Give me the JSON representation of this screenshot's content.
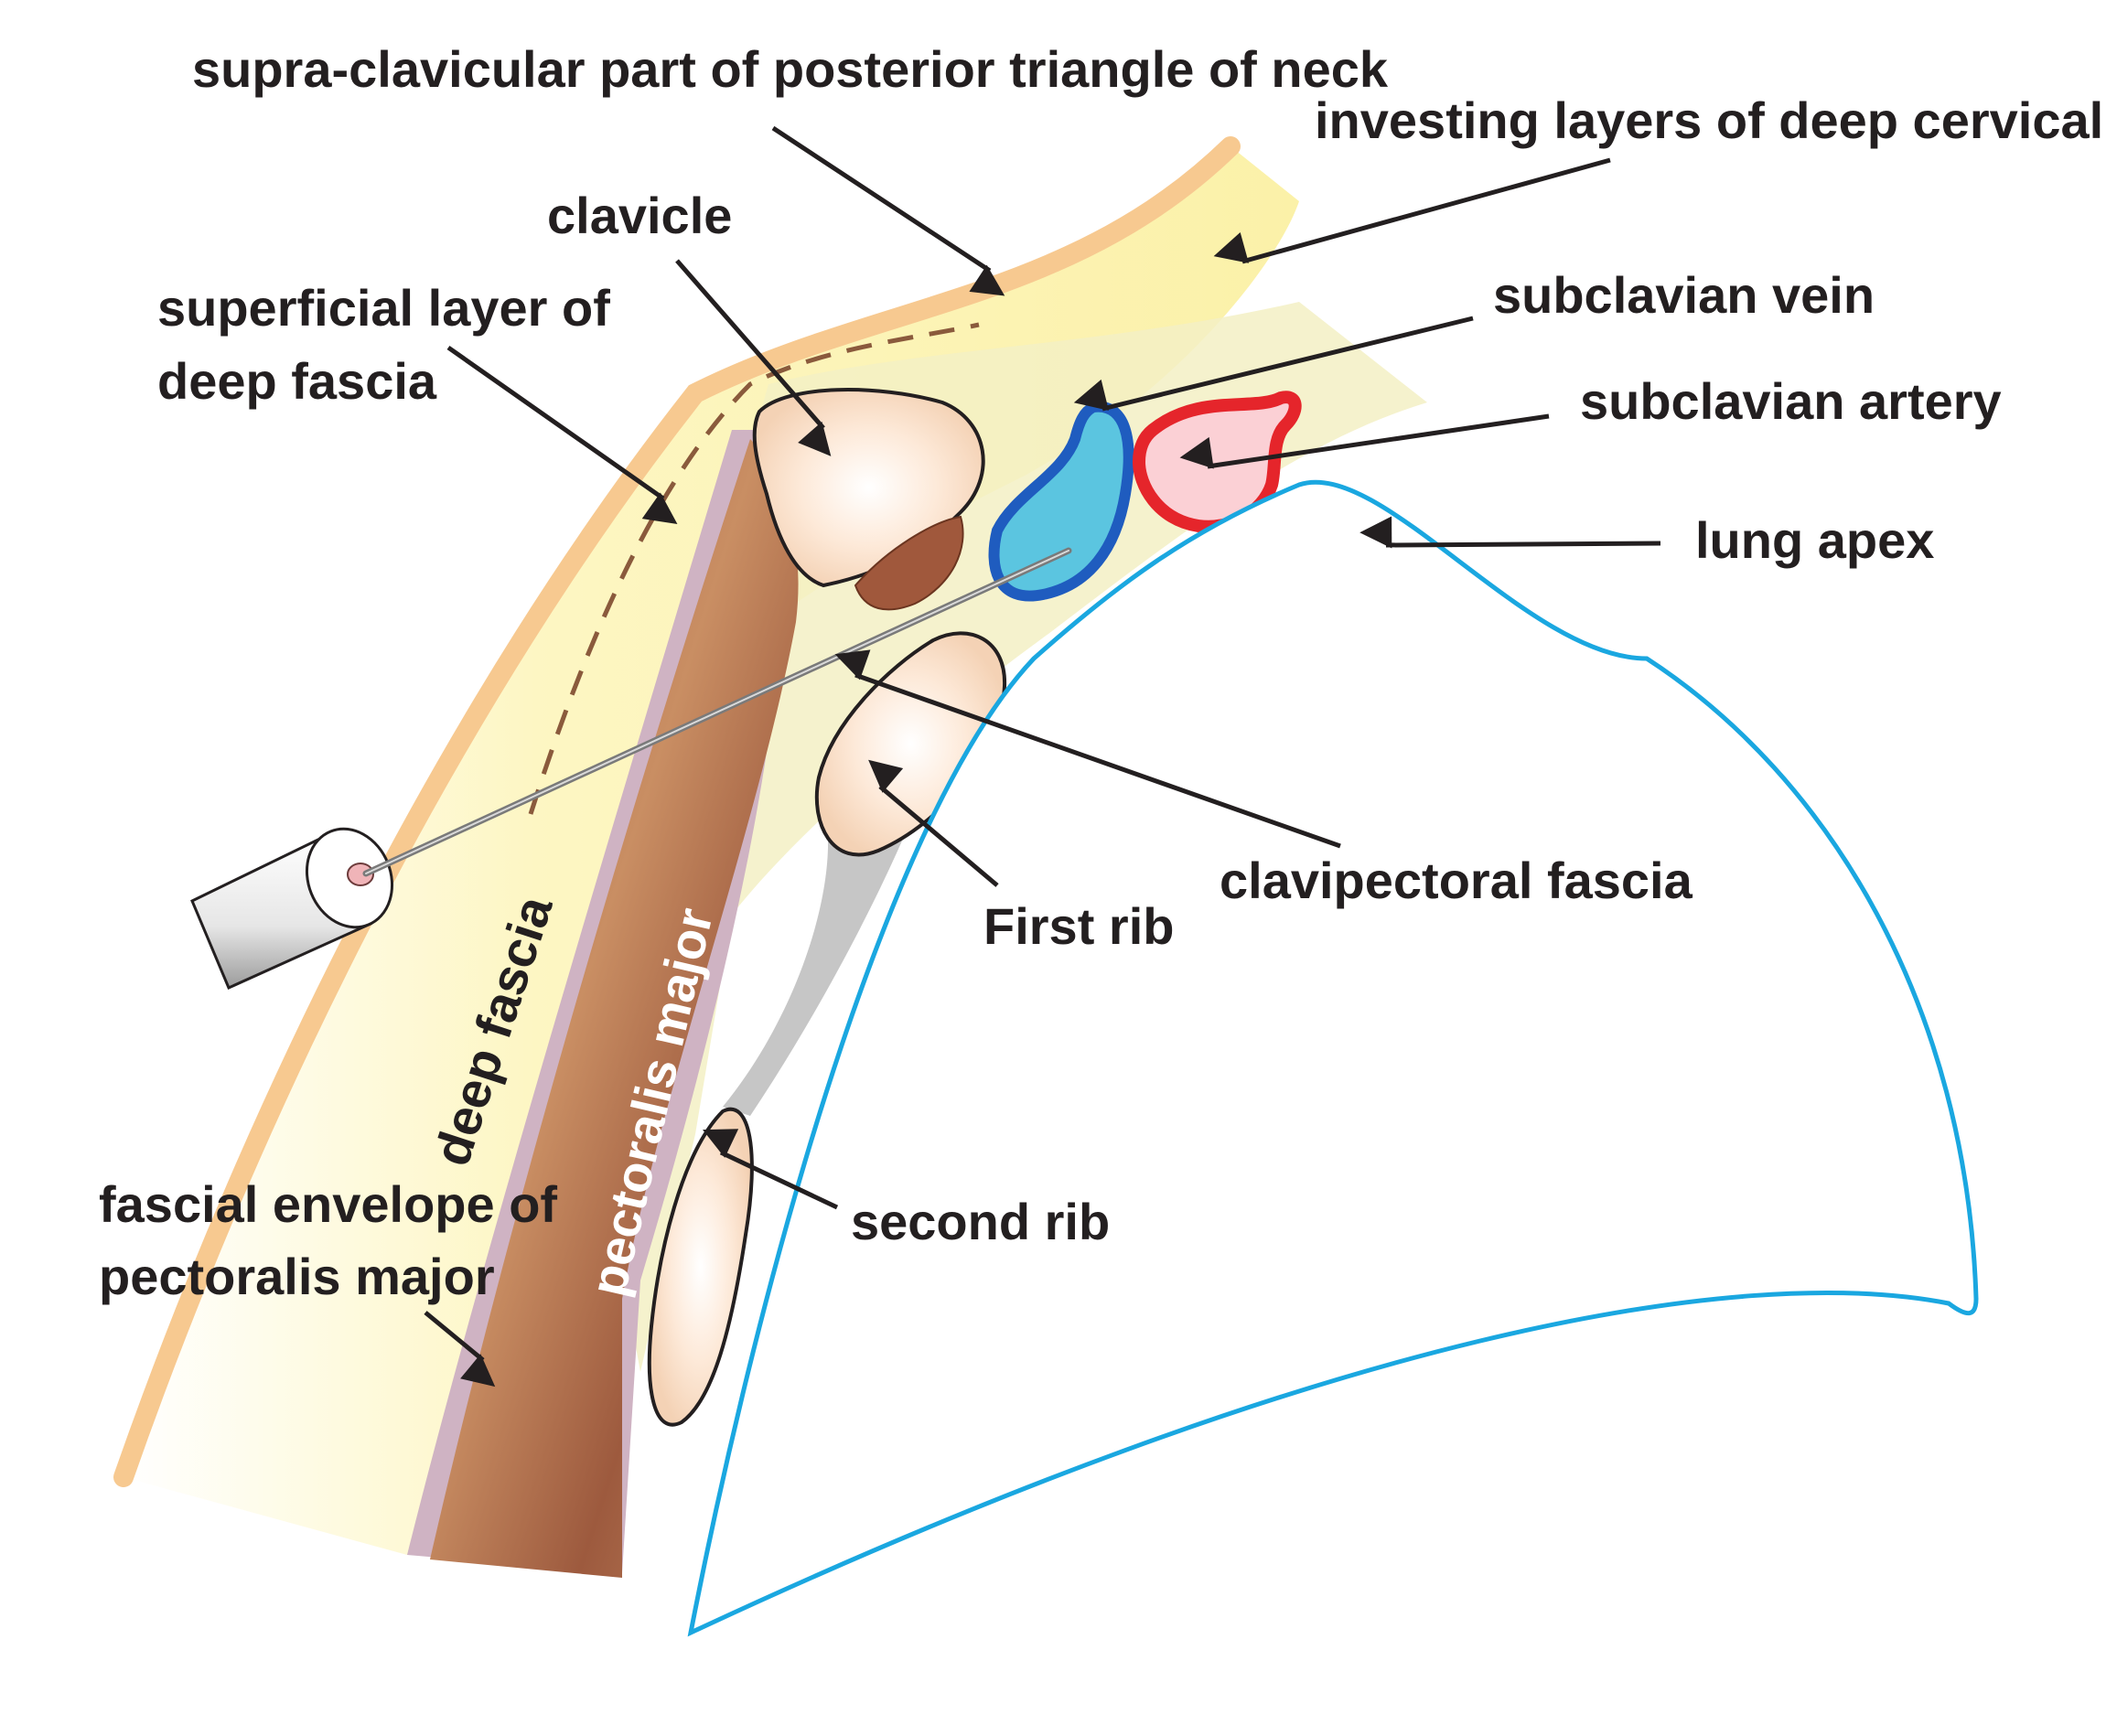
{
  "diagram": {
    "labels": {
      "supraclavicular": "supra-clavicular part of posterior triangle of neck",
      "investing": "investing layers of deep cervical fascia",
      "clavicle": "clavicle",
      "superficial_line1": "superficial layer of",
      "superficial_line2": "deep fascia",
      "subclavian_vein": "subclavian vein",
      "subclavian_artery": "subclavian artery",
      "lung_apex": "lung apex",
      "clavipectoral": "clavipectoral fascia",
      "first_rib": "First rib",
      "second_rib": "second rib",
      "fascial_line1": "fascial envelope of",
      "fascial_line2": "pectoralis major",
      "deep_fascia": "deep fascia",
      "pectoralis_major": "pectoralis major"
    },
    "colors": {
      "skin": "#f7c990",
      "fat": "#fdf6b4",
      "muscle": "#a0583c",
      "fascial_envelope": "#cfb3c3",
      "bone": "#fbe6d2",
      "vein": "#5bc5e0",
      "vein_border": "#1f5cbf",
      "artery": "#fbd0d5",
      "artery_border": "#e5252b",
      "lung_outline": "#1aa7e0",
      "ligament": "#c6c6c6",
      "text": "#231f20"
    }
  }
}
